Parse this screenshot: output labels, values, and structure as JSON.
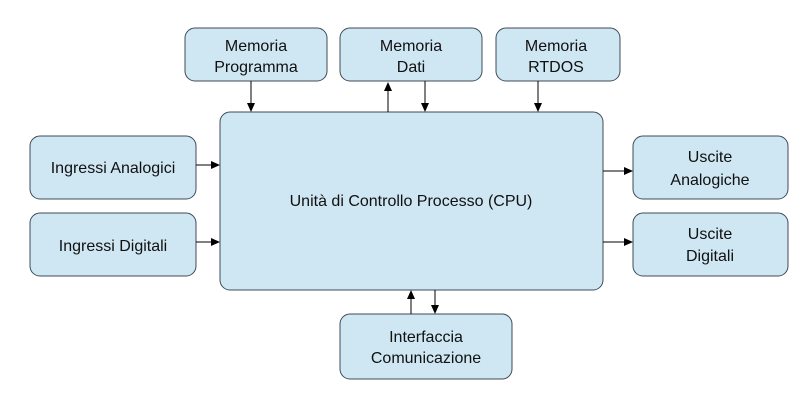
{
  "blocks": {
    "mem_prog": [
      "Memoria",
      "Programma"
    ],
    "mem_dati": [
      "Memoria",
      "Dati"
    ],
    "mem_rtdos": [
      "Memoria",
      "RTDOS"
    ],
    "cpu": [
      "Unità di Controllo Processo  (CPU)"
    ],
    "in_anal": [
      "Ingressi Analogici"
    ],
    "in_dig": [
      "Ingressi Digitali"
    ],
    "out_anal": [
      "Uscite",
      "Analogiche"
    ],
    "out_dig": [
      "Uscite",
      "Digitali"
    ],
    "iface": [
      "Interfaccia",
      "Comunicazione"
    ]
  },
  "colors": {
    "block_fill": "#cfe6f3",
    "block_stroke": "#3f4b57",
    "arrow": "#000000",
    "background": "#ffffff"
  }
}
